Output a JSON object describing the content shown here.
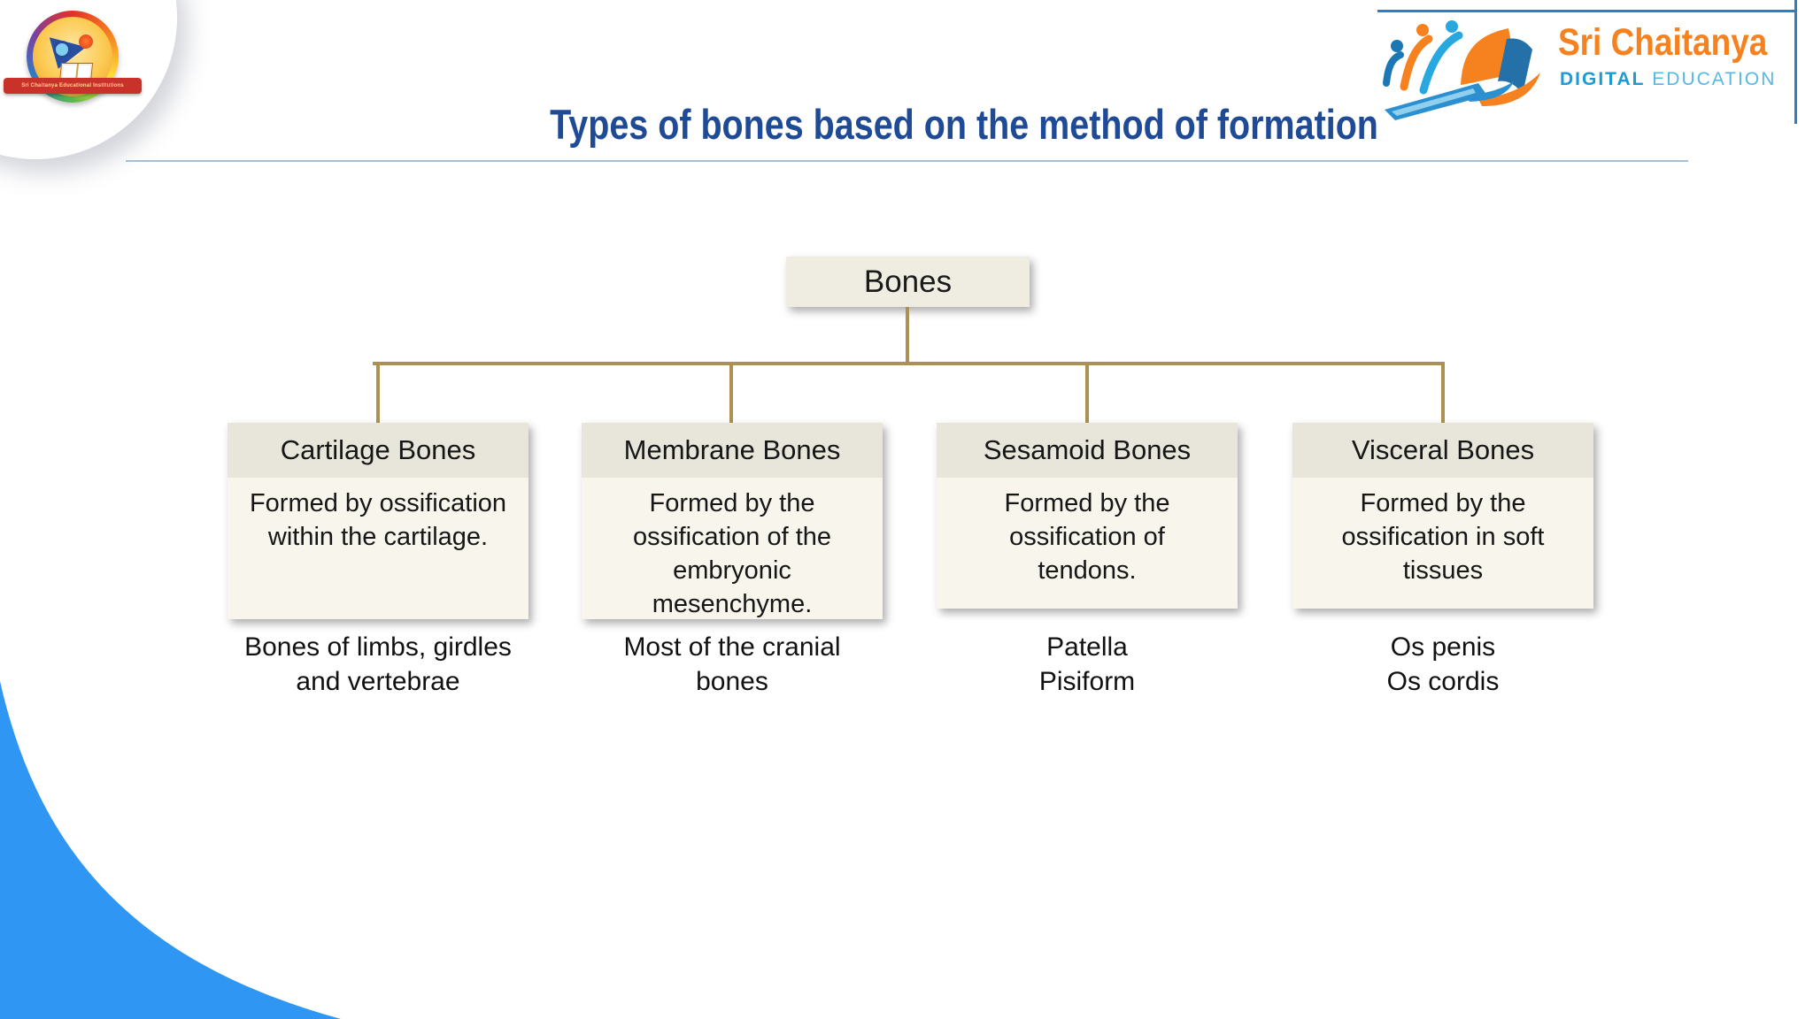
{
  "slide": {
    "title": "Types of bones based on the method of formation",
    "colors": {
      "title_navy": "#1f4a96",
      "divider_blue": "#a3c0d8",
      "frame_blue": "#2b7fc6",
      "connector_gold": "#ac9152",
      "node_fill": "#efece1",
      "branch_header_fill": "#e8e5da",
      "branch_body_fill": "#f7f5ec",
      "corner_wave_blue": "#3096f3",
      "brand_orange": "#f5821f",
      "brand_digital_blue": "#1c9ad6",
      "brand_education_blue": "#56b8e4"
    }
  },
  "brand": {
    "name": "Sri Chaitanya",
    "sub_bold": "DIGITAL",
    "sub_light": "EDUCATION",
    "emblem_ribbon": "Sri Chaitanya Educational Institutions"
  },
  "diagram": {
    "root": {
      "label": "Bones"
    },
    "branches": [
      {
        "title": "Cartilage Bones",
        "description": "Formed by ossification\nwithin the cartilage.",
        "examples": "Bones of limbs, girdles\nand vertebrae"
      },
      {
        "title": "Membrane Bones",
        "description": "Formed by the\nossification of the\nembryonic\nmesenchyme.",
        "examples": "Most of the cranial\nbones"
      },
      {
        "title": "Sesamoid Bones",
        "description": "Formed by the\nossification of\ntendons.",
        "examples": "Patella\nPisiform"
      },
      {
        "title": "Visceral Bones",
        "description": "Formed by the\nossification in soft\ntissues",
        "examples": "Os penis\nOs cordis"
      }
    ]
  }
}
